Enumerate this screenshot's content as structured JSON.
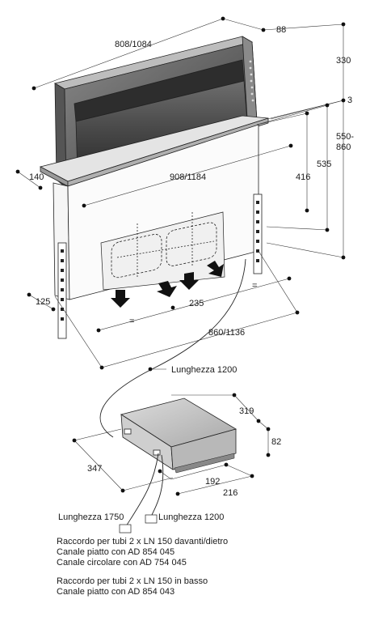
{
  "dimensions": {
    "width_top": "808/1084",
    "depth_top": "88",
    "height_330": "330",
    "gap_3": "3",
    "height_550_860": [
      "550-",
      "860"
    ],
    "height_535": "535",
    "height_416": "416",
    "width_mid": "908/1184",
    "depth_140": "140",
    "depth_125": "125",
    "spacing_235": "235",
    "equal_left": "=",
    "equal_right": "=",
    "width_bottom": "860/1136",
    "cable_top": "Lunghezza 1200",
    "box_depth": "319",
    "box_height": "82",
    "box_width": "347",
    "box_192": "192",
    "box_216": "216",
    "cable_left": "Lunghezza 1750",
    "cable_right": "Lunghezza 1200"
  },
  "notes": {
    "group1": [
      "Raccordo per tubi 2 x LN 150 davanti/dietro",
      "Canale piatto con AD 854 045",
      "Canale circolare con AD 754 045"
    ],
    "group2": [
      "Raccordo per tubi 2 x LN 150 in basso",
      "Canale piatto con AD 854 043"
    ]
  }
}
